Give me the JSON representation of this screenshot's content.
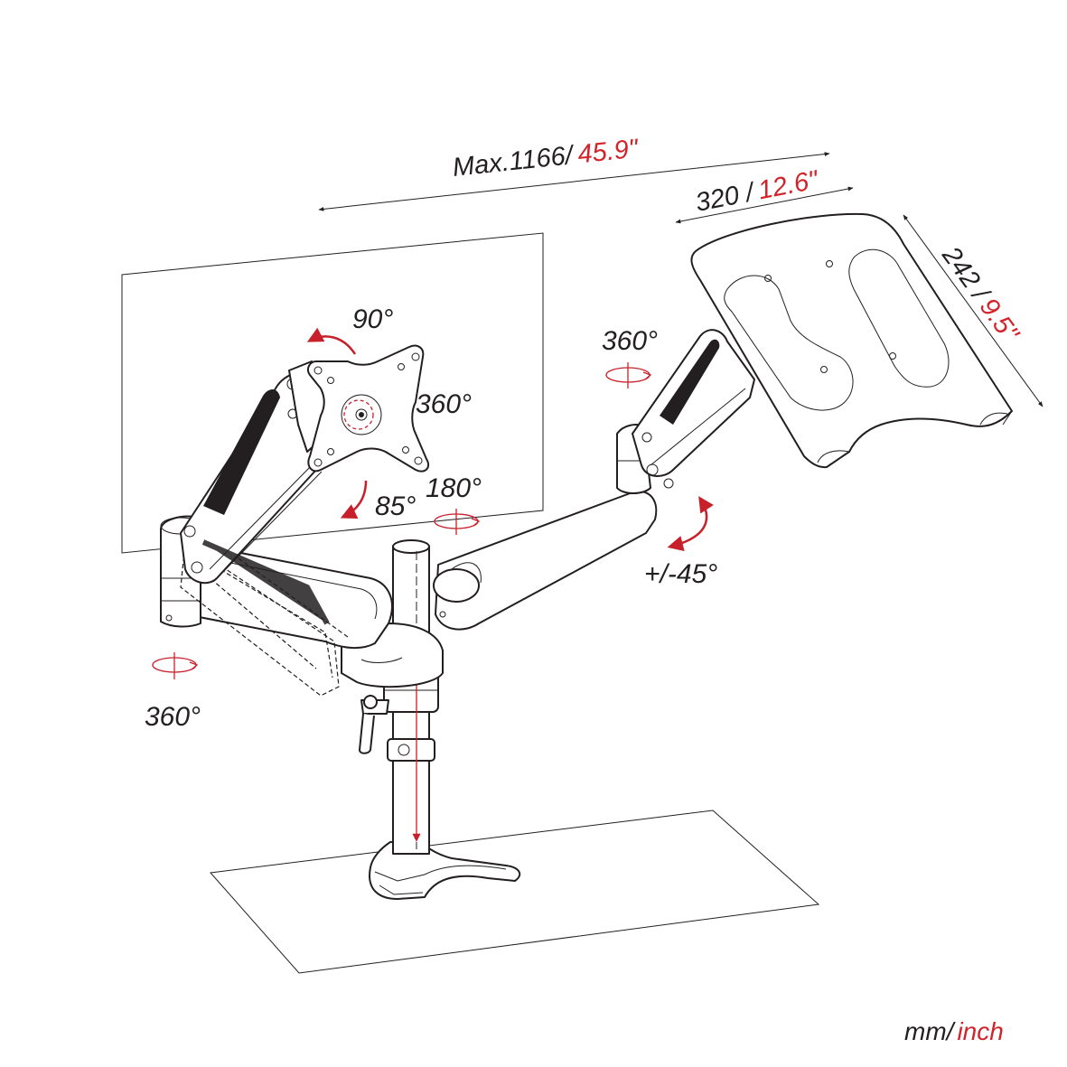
{
  "dimensions": {
    "max_reach": {
      "mm": "Max.1166/",
      "inch": "45.9\""
    },
    "tray_width": {
      "mm": "320 /",
      "inch": "12.6\""
    },
    "tray_depth": {
      "mm": "242 /",
      "inch": "9.5\""
    }
  },
  "angles": {
    "tilt_up": "90°",
    "rotation_plate": "360°",
    "tilt_down": "85°",
    "swivel_arm": "180°",
    "swivel_tray": "360°",
    "tilt_tray": "+/-45°",
    "swivel_base": "360°"
  },
  "units": {
    "mm": "mm/",
    "inch": "inch"
  },
  "colors": {
    "accent": "#d2232a",
    "line": "#231f20",
    "background": "#ffffff"
  }
}
